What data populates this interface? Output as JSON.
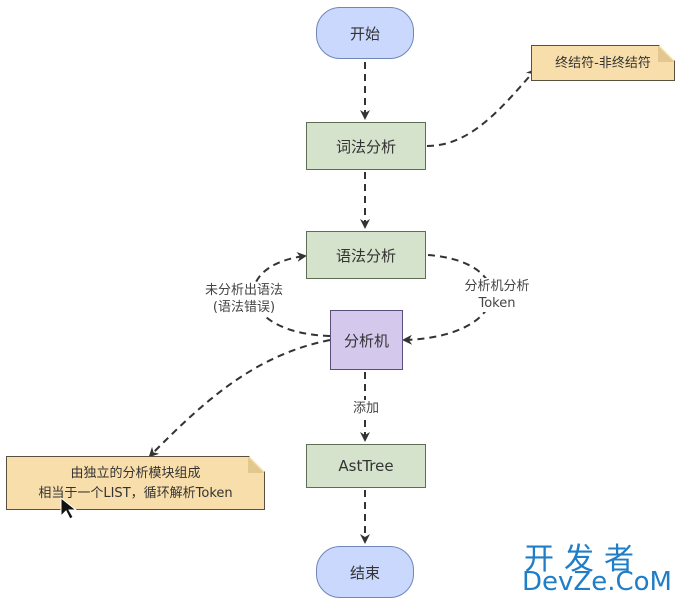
{
  "nodes": {
    "start": "开始",
    "lexer": "词法分析",
    "parser": "语法分析",
    "analyzer": "分析机",
    "asttree": "AstTree",
    "end": "结束"
  },
  "notes": {
    "tokens": "终结符-非终结符",
    "analyzer_line1": "由独立的分析模块组成",
    "analyzer_line2": "相当于一个LIST，循环解析Token"
  },
  "edge_labels": {
    "error_line1": "未分析出语法",
    "error_line2": "(语法错误)",
    "token_line1": "分析机分析",
    "token_line2": "Token",
    "add": "添加"
  },
  "watermark": {
    "cn": "开发者",
    "en": "DevZe.CoM"
  }
}
